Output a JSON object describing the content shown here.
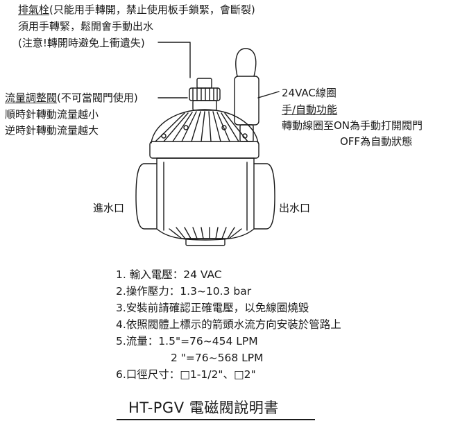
{
  "top_note": {
    "heading": "排氣栓",
    "heading_suffix": "(只能用手轉開，禁止使用板手鎖緊，會斷裂)",
    "line2": "須用手轉緊，鬆開會手動出水",
    "line3": "(注意!轉開時避免上衝遺失)"
  },
  "flow_note": {
    "heading": "流量調整閥",
    "heading_suffix": "(不可當閥門使用)",
    "line2": "順時針轉動流量越小",
    "line3": "逆時針轉動流量越大"
  },
  "coil_note": {
    "line1": "24VAC線圈",
    "line2": "手/自動功能",
    "line3": "轉動線圈至ON為手動打開閥門",
    "line4": "OFF為自動狀態"
  },
  "inlet_label": "進水口",
  "outlet_label": "出水口",
  "specs": [
    "1. 輸入電壓：24 VAC",
    "2.操作壓力：1.3~10.3 bar",
    "3.安裝前請確認正確電壓，以免線圈燒毀",
    "4.依照閥體上標示的箭頭水流方向安裝於管路上",
    "5.流量：1.5\"=76~454 LPM",
    "2 \"=76~568 LPM",
    "6.口徑尺寸：□1-1/2\"、□2\""
  ],
  "title": "HT-PGV 電磁閥說明書"
}
